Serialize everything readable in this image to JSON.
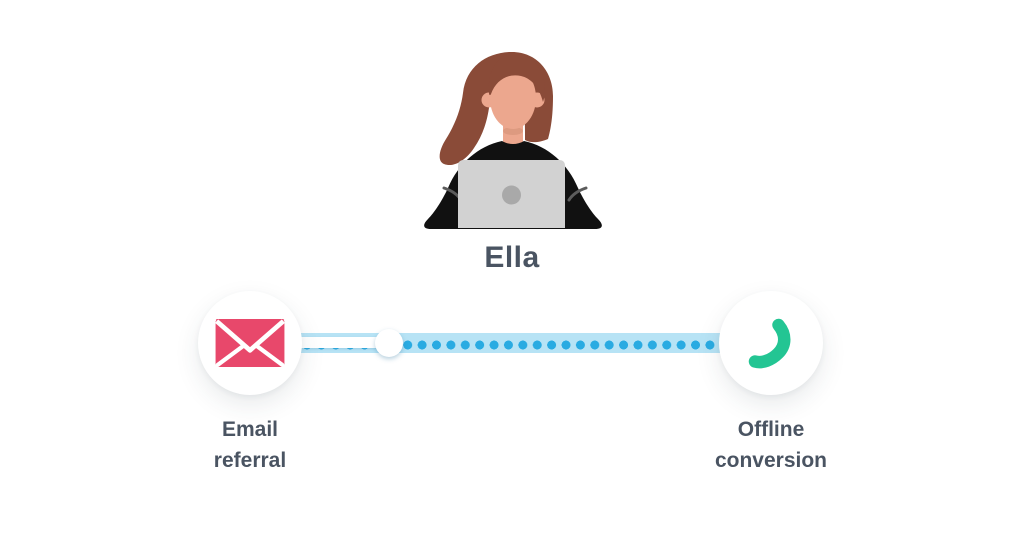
{
  "persona": {
    "name": "Ella",
    "illustration": "woman-working-on-laptop"
  },
  "journey": {
    "start": {
      "label": "Email\nreferral",
      "icon": "envelope-icon"
    },
    "end": {
      "label": "Offline\nconversion",
      "icon": "phone-icon"
    }
  },
  "colors": {
    "background": "#FFFFFF",
    "text_dark": "#4A5462",
    "envelope_pink": "#E8486B",
    "phone_green": "#23C593",
    "track_light_blue": "#B7E3F5",
    "dot_blue": "#29ABE2",
    "progress_white": "#FFFFFF",
    "hair_brown": "#8A4B38",
    "skin": "#ECA78E",
    "skin_shadow": "#DD9A80",
    "sweater_black": "#111111",
    "laptop_gray": "#D2D2D2",
    "laptop_logo_gray": "#A9A9A9"
  }
}
